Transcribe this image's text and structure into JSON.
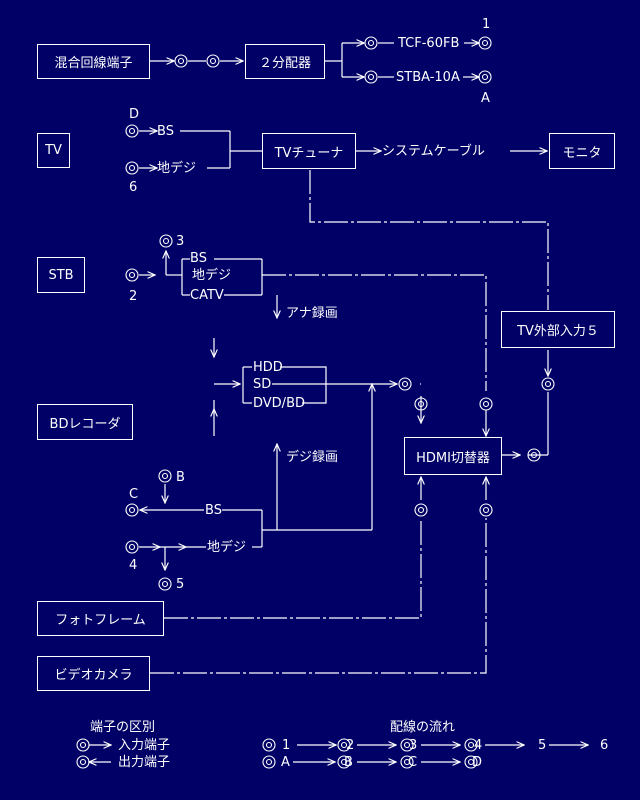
{
  "boxes": {
    "mix_terminal": "混合回線端子",
    "splitter": "２分配器",
    "tv": "TV",
    "tv_tuner": "TVチューナ",
    "monitor": "モニタ",
    "stb": "STB",
    "tv_ext_input": "TV外部入力５",
    "bd_recorder": "BDレコーダ",
    "hdmi_switcher": "HDMI切替器",
    "photo_frame": "フォトフレーム",
    "video_camera": "ビデオカメラ"
  },
  "labels": {
    "tcf": "TCF-60FB",
    "stba": "STBA-10A",
    "node_1": "1",
    "node_a": "A",
    "node_d": "D",
    "node_6": "6",
    "node_3": "3",
    "node_2": "2",
    "node_b": "B",
    "node_c": "C",
    "node_4": "4",
    "node_5": "5",
    "tv_bs": "BS",
    "tv_chideji": "地デジ",
    "system_cable": "システムケーブル",
    "stb_bs": "BS",
    "stb_chideji": "地デジ",
    "stb_catv": "CATV",
    "ana_rokuga": "アナ録画",
    "deji_rokuga": "デジ録画",
    "bd_hdd": "HDD",
    "bd_sd": "SD",
    "bd_dvd": "DVD/BD",
    "bd_bs": "BS",
    "bd_chideji": "地デジ"
  },
  "legend": {
    "terminal_title": "端子の区別",
    "input_terminal": "入力端子",
    "output_terminal": "出力端子",
    "flow_title": "配線の流れ",
    "flow_num": [
      "1",
      "2",
      "3",
      "4",
      "5",
      "6"
    ],
    "flow_alpha": [
      "A",
      "B",
      "C",
      "D"
    ]
  },
  "colors": {
    "background": "#000066",
    "line": "#ffffff"
  }
}
